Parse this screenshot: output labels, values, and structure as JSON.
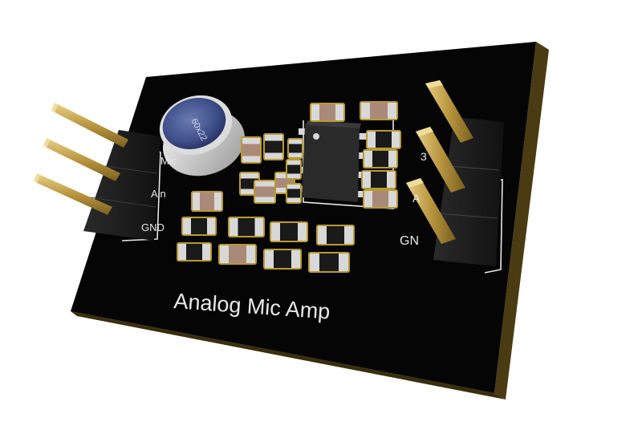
{
  "colors": {
    "background": "#ffffff",
    "pcb_top": "#050505",
    "pcb_edge": "#4a3b12",
    "silkscreen": "#e8e8e8",
    "gold_pin": "#b8953e",
    "header_plastic": "#1c1c1c",
    "mic_capsule": "#3e4f8a",
    "ic_body": "#2a2a2a",
    "ceramic_cap": "#a98a78",
    "resistor": "#1a1a1a",
    "solder_pad": "#d8d8d8"
  },
  "board": {
    "title": "Analog Mic Amp",
    "microphone_marking": "60x22"
  },
  "left_header": {
    "pins": [
      {
        "label": "Mic"
      },
      {
        "label": "Ain"
      },
      {
        "label": "GND"
      }
    ]
  },
  "right_header": {
    "pins": [
      {
        "label": "3"
      },
      {
        "label": "A"
      },
      {
        "label": "GN"
      }
    ]
  }
}
